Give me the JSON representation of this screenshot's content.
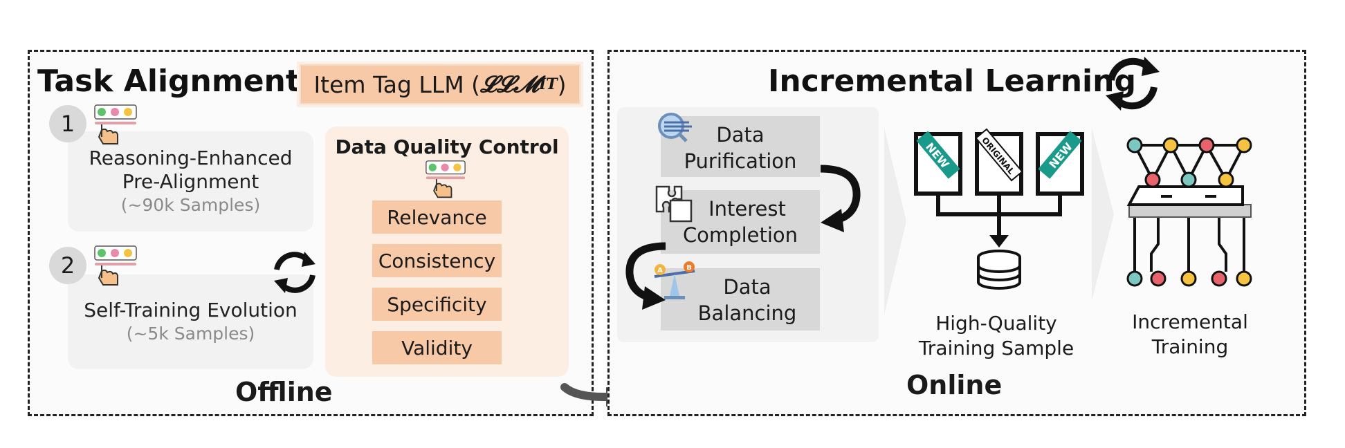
{
  "offline": {
    "title": "Task Alignment",
    "tag_llm_text": "Item Tag LLM (",
    "tag_llm_symbol": "𝓛𝓛𝓜",
    "tag_llm_sub": "IT",
    "tag_llm_close": ")",
    "stage1": {
      "num": "1",
      "line1": "Reasoning-Enhanced",
      "line2": "Pre-Alignment",
      "samples": "(~90k Samples)"
    },
    "stage2": {
      "num": "2",
      "line1": "Self-Training Evolution",
      "samples": "(~5k Samples)"
    },
    "quality": {
      "title": "Data Quality Control",
      "criteria": [
        "Relevance",
        "Consistency",
        "Specificity",
        "Validity"
      ]
    },
    "label": "Offline"
  },
  "online": {
    "title": "Incremental Learning",
    "steps": {
      "purification": [
        "Data",
        "Purification"
      ],
      "completion": [
        "Interest",
        "Completion"
      ],
      "balancing": [
        "Data",
        "Balancing"
      ]
    },
    "doc_labels": [
      "NEW",
      "ORIGINAL",
      "NEW"
    ],
    "balance_labels": [
      "A",
      "B"
    ],
    "sample_label": [
      "High-Quality",
      "Training Sample"
    ],
    "training_label": [
      "Incremental",
      "Training"
    ],
    "label": "Online"
  },
  "colors": {
    "peach": "#f8c9a6",
    "teal": "#1a9a8a",
    "node_teal": "#7cc7c0",
    "node_red": "#e8646d",
    "node_yellow": "#f5c242"
  }
}
